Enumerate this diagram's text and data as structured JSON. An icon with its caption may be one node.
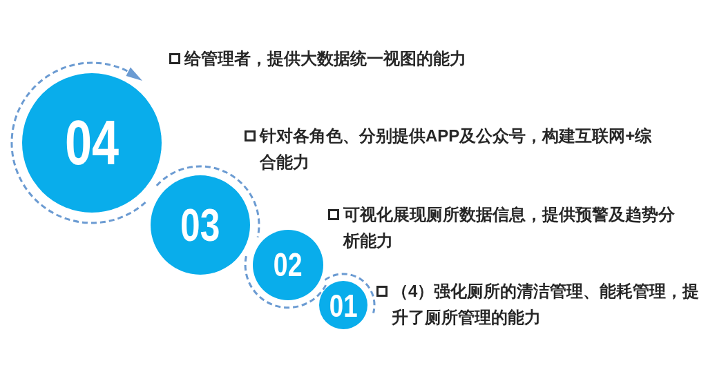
{
  "diagram": {
    "nodes": [
      {
        "text": [
          "04"
        ],
        "beside": [
          "给管理者，提供大数据统一视图的能力"
        ]
      },
      {
        "text": [
          "03"
        ],
        "beside": [
          "针对各角色、分别提供APP及公众号，构建互联网+综合能力"
        ]
      },
      {
        "text": [
          "02"
        ],
        "beside": [
          "可视化展现厕所数据信息，提供预警及趋势分析能力"
        ]
      },
      {
        "text": [
          "01"
        ],
        "beside": [
          "（4）强化厕所的清洁管理、能耗管理，提升了厕所管理的能力"
        ]
      }
    ]
  }
}
